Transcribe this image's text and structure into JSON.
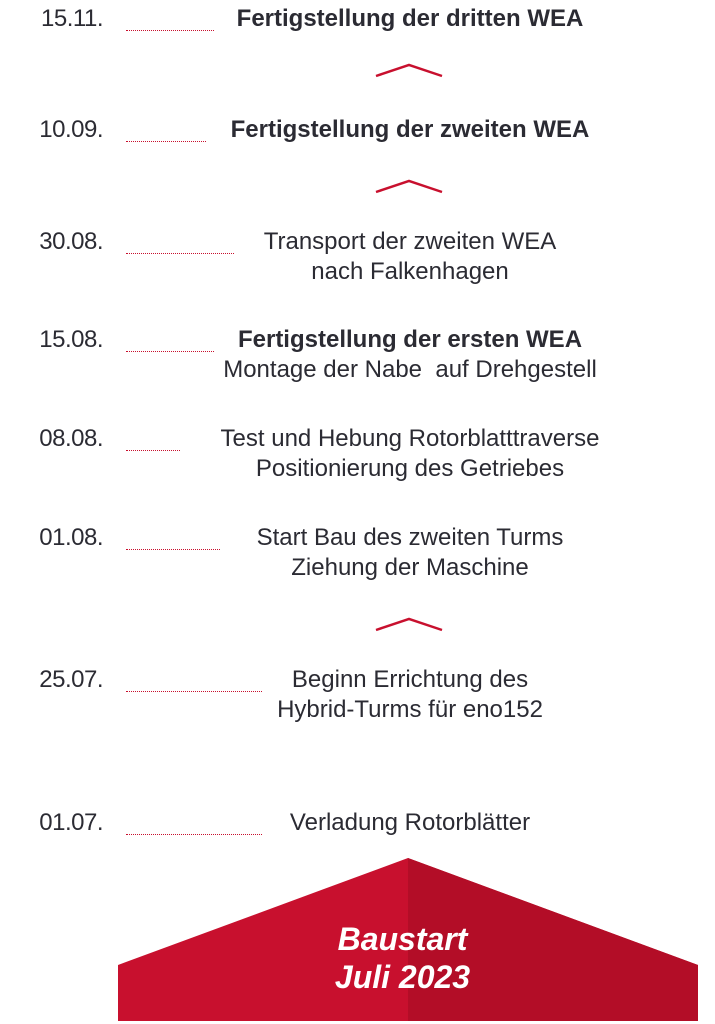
{
  "timeline": {
    "entries": [
      {
        "date": "15.11.",
        "lines": [
          {
            "text": "Fertigstellung der dritten WEA",
            "bold": true
          }
        ]
      },
      {
        "date": "10.09.",
        "lines": [
          {
            "text": "Fertigstellung der zweiten WEA",
            "bold": true
          }
        ]
      },
      {
        "date": "30.08.",
        "lines": [
          {
            "text": "Transport der zweiten WEA",
            "bold": false
          },
          {
            "text": "nach Falkenhagen",
            "bold": false
          }
        ]
      },
      {
        "date": "15.08.",
        "lines": [
          {
            "text": "Fertigstellung der ersten WEA",
            "bold": true
          },
          {
            "text": "Montage der Nabe  auf Drehgestell",
            "bold": false
          }
        ]
      },
      {
        "date": "08.08.",
        "lines": [
          {
            "text": "Test und Hebung Rotorblatttraverse",
            "bold": false
          },
          {
            "text": "Positionierung des Getriebes",
            "bold": false
          }
        ]
      },
      {
        "date": "01.08.",
        "lines": [
          {
            "text": "Start Bau des zweiten Turms",
            "bold": false
          },
          {
            "text": "Ziehung der Maschine",
            "bold": false
          }
        ]
      },
      {
        "date": "25.07.",
        "lines": [
          {
            "text": "Beginn Errichtung des",
            "bold": false
          },
          {
            "text": "Hybrid-Turms für eno152",
            "bold": false
          }
        ]
      },
      {
        "date": "01.07.",
        "lines": [
          {
            "text": "Verladung Rotorblätter",
            "bold": false
          }
        ]
      }
    ],
    "separator_icon": "chevron-up-icon"
  },
  "start_banner": {
    "line1": "Baustart",
    "line2": "Juli 2023"
  },
  "colors": {
    "accent": "#c8102e",
    "accent_dark": "#9e0b22",
    "text": "#2b2b33",
    "background": "#ffffff"
  }
}
